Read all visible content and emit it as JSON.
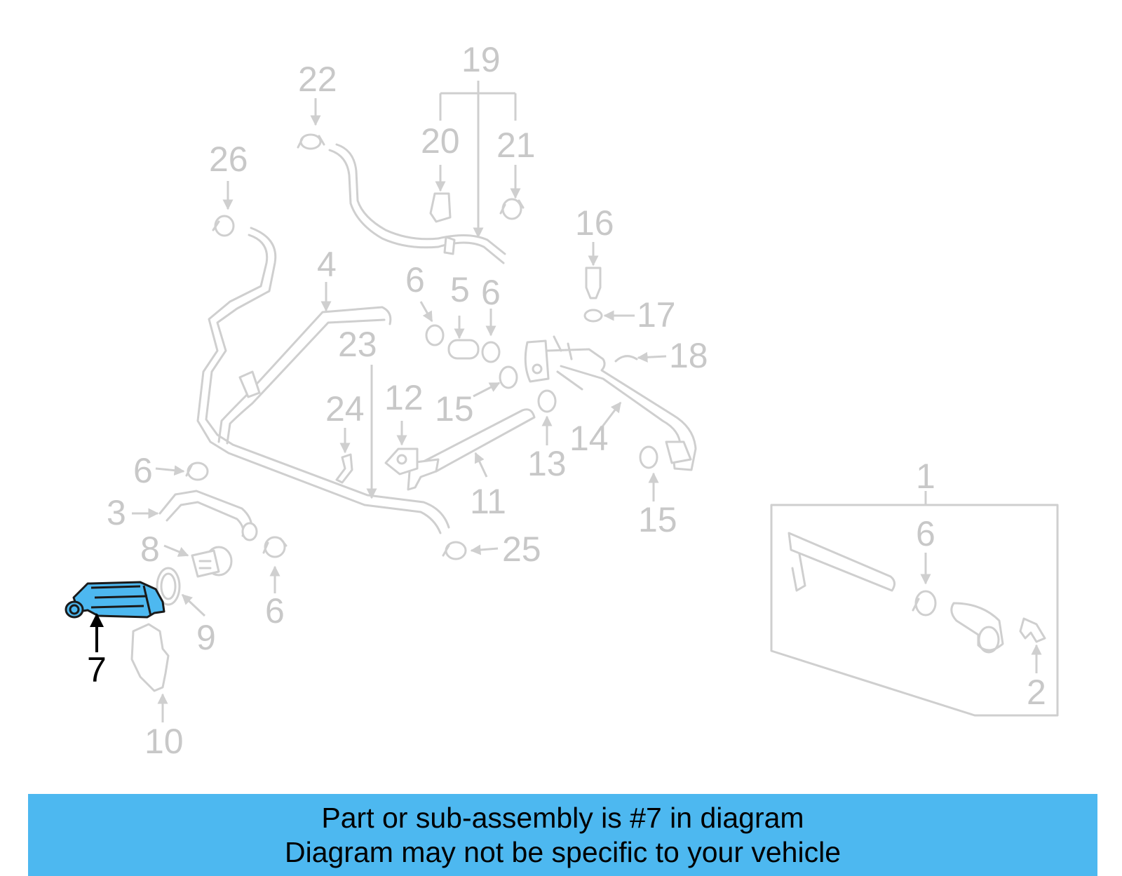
{
  "highlight_color": "#4db8f0",
  "highlighted_part": "7",
  "banner": {
    "line1": "Part or sub-assembly is #7 in diagram",
    "line2": "Diagram may not be specific to your vehicle"
  },
  "callouts": {
    "c1": "1",
    "c2": "2",
    "c3": "3",
    "c4": "4",
    "c5": "5",
    "c6": "6",
    "c7": "7",
    "c8": "8",
    "c9": "9",
    "c10": "10",
    "c11": "11",
    "c12": "12",
    "c13": "13",
    "c14": "14",
    "c15": "15",
    "c16": "16",
    "c17": "17",
    "c18": "18",
    "c19": "19",
    "c20": "20",
    "c21": "21",
    "c22": "22",
    "c23": "23",
    "c24": "24",
    "c25": "25",
    "c26": "26"
  }
}
